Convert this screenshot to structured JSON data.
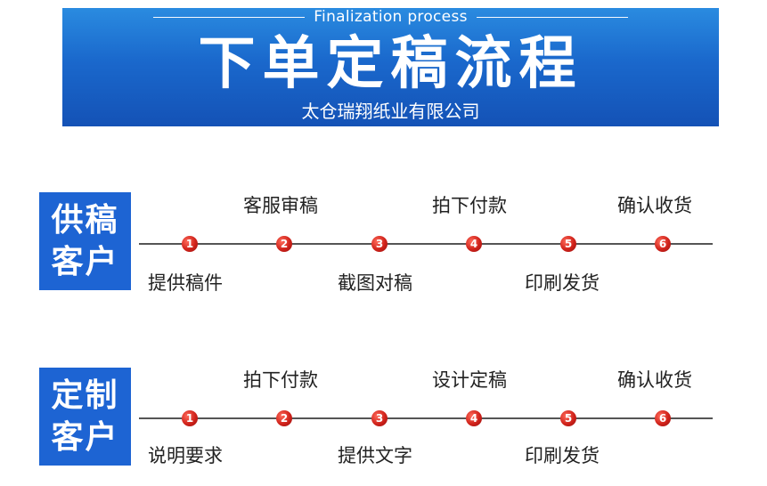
{
  "banner": {
    "subtitle": "Finalization process",
    "title": "下单定稿流程",
    "company": "太仓瑞翔纸业有限公司"
  },
  "sections": [
    {
      "label_line1": "供稿",
      "label_line2": "客户",
      "steps_top": [
        "客服审稿",
        "拍下付款",
        "确认收货"
      ],
      "steps_bottom": [
        "提供稿件",
        "截图对稿",
        "印刷发货"
      ],
      "nodes": [
        "1",
        "2",
        "3",
        "4",
        "5",
        "6"
      ]
    },
    {
      "label_line1": "定制",
      "label_line2": "客户",
      "steps_top": [
        "拍下付款",
        "设计定稿",
        "确认收货"
      ],
      "steps_bottom": [
        "说明要求",
        "提供文字",
        "印刷发货"
      ],
      "nodes": [
        "1",
        "2",
        "3",
        "4",
        "5",
        "6"
      ]
    }
  ],
  "colors": {
    "banner_blue": "#1a68cc",
    "label_blue": "#1d64d3",
    "node_red": "#d0221a",
    "line": "#555555"
  }
}
